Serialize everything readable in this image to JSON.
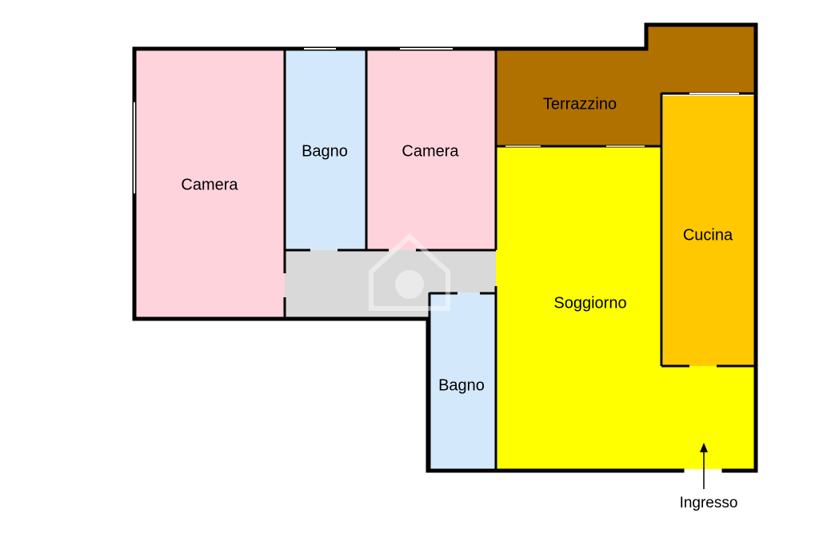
{
  "colors": {
    "bedroom": "#ffd3dc",
    "bathroom": "#d4e8fb",
    "terrace": "#b07100",
    "living": "#ffff00",
    "kitchen": "#ffc800",
    "corridor": "#d9d9d9",
    "wall": "#000000",
    "watermark": "#ffffff"
  },
  "rooms": {
    "camera_left": "Camera",
    "bagno_top": "Bagno",
    "camera_right": "Camera",
    "terrazzino": "Terrazzino",
    "cucina": "Cucina",
    "soggiorno": "Soggiorno",
    "bagno_bottom": "Bagno"
  },
  "entrance": {
    "label": "Ingresso",
    "icon": "arrow-up-icon"
  },
  "watermark_icon": "house-logo-icon"
}
